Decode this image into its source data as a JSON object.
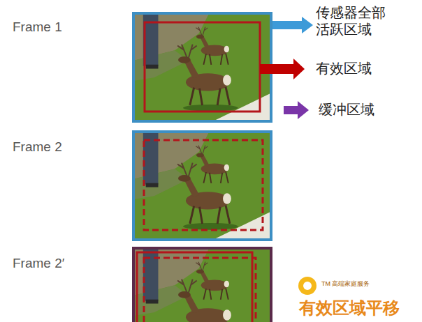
{
  "diagram": {
    "labels": [
      "Frame 1",
      "传感器全部 活跃区域",
      "有效区域",
      "缓冲区域",
      "Frame 2",
      "Frame 2′",
      "TM 高端家庭服务",
      "有效区域平移"
    ]
  }
}
